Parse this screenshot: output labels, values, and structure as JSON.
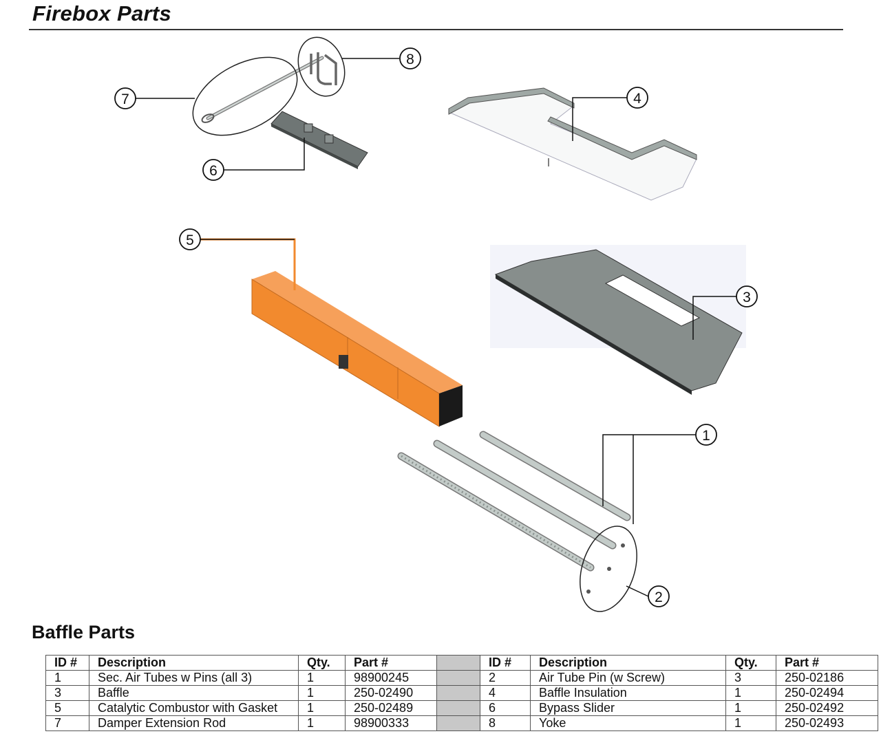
{
  "title": "Firebox Parts",
  "section_title": "Baffle Parts",
  "callouts": [
    "1",
    "2",
    "3",
    "4",
    "5",
    "6",
    "7",
    "8"
  ],
  "colors": {
    "combustor": "#f28a2e",
    "baffle": "#8a9390",
    "tube": "#bcc5c1"
  },
  "table": {
    "headers": [
      "ID #",
      "Description",
      "Qty.",
      "Part #"
    ],
    "rows": [
      {
        "left": [
          "1",
          "Sec. Air Tubes w Pins (all 3)",
          "1",
          "98900245"
        ],
        "right": [
          "2",
          "Air Tube Pin (w Screw)",
          "3",
          "250-02186"
        ]
      },
      {
        "left": [
          "3",
          "Baffle",
          "1",
          "250-02490"
        ],
        "right": [
          "4",
          "Baffle Insulation",
          "1",
          "250-02494"
        ]
      },
      {
        "left": [
          "5",
          "Catalytic Combustor with Gasket",
          "1",
          "250-02489"
        ],
        "right": [
          "6",
          "Bypass Slider",
          "1",
          "250-02492"
        ]
      },
      {
        "left": [
          "7",
          "Damper Extension Rod",
          "1",
          "98900333"
        ],
        "right": [
          "8",
          "Yoke",
          "1",
          "250-02493"
        ]
      }
    ]
  }
}
